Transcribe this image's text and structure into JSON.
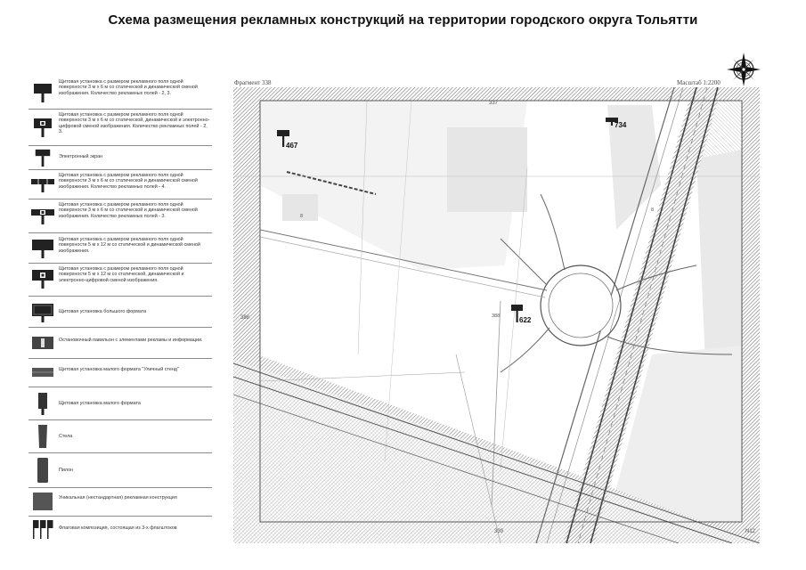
{
  "title": "Схема размещения рекламных конструкций на территории городского округа Тольятти",
  "map": {
    "fragment_label": "Фрагмент 338",
    "scale_label": "Масштаб 1:2200",
    "edge_labels": {
      "top": "337",
      "left": "388",
      "bottom": "339",
      "right": "N12"
    },
    "parcel_labels": [
      "8",
      "8",
      "388"
    ],
    "markers": [
      {
        "number": "467"
      },
      {
        "number": "734"
      },
      {
        "number": "622"
      }
    ]
  },
  "legend": [
    {
      "icon": "billboard-double-icon",
      "text": "Щитовая установка с размером рекламного поля одной поверхности 3 м х 6 м со статической и динамической сменой изображения. Количество рекламных полей - 2, 3."
    },
    {
      "icon": "billboard-double-digital-icon",
      "text": "Щитовая установка с размером рекламного поля одной поверхности 3 м х 6 м со статической, динамической и электронно-цифровой сменой изображения. Количество рекламных полей - 2, 3."
    },
    {
      "icon": "electronic-screen-icon",
      "text": "Электронный экран"
    },
    {
      "icon": "billboard-quad-icon",
      "text": "Щитовая установка с размером рекламного поля одной поверхности 3 м х 6 м со статической и динамической сменой изображения. Количество рекламных полей - 4."
    },
    {
      "icon": "billboard-quad-digital-icon",
      "text": "Щитовая установка с размером рекламного поля одной поверхности 3 м х 6 м со статической и динамической сменой изображения. Количество рекламных полей - 3."
    },
    {
      "icon": "billboard-large-icon",
      "text": "Щитовая установка с размером рекламного поля одной поверхности 5 м х 12 м со статической и динамической сменой изображения."
    },
    {
      "icon": "billboard-large-digital-icon",
      "text": "Щитовая установка с размером рекламного поля одной поверхности 5 м х 12 м со статической, динамической и электронно-цифровой сменой изображения."
    },
    {
      "icon": "large-format-icon",
      "text": "Щитовая установка большого формата"
    },
    {
      "icon": "bus-stop-pavilion-icon",
      "text": "Остановочный павильон с элементами рекламы и информации."
    },
    {
      "icon": "city-stand-icon",
      "text": "Щитовая установка малого формата \"Уличный стенд\""
    },
    {
      "icon": "small-format-icon",
      "text": "Щитовая установка малого формата"
    },
    {
      "icon": "stele-icon",
      "text": "Стела"
    },
    {
      "icon": "pylon-icon",
      "text": "Пилон"
    },
    {
      "icon": "unique-construction-icon",
      "text": "Уникальная (нестандартная) рекламная конструкция"
    },
    {
      "icon": "flag-composition-icon",
      "text": "Флаговая композиция, состоящая из 3-х флагштоков"
    }
  ]
}
